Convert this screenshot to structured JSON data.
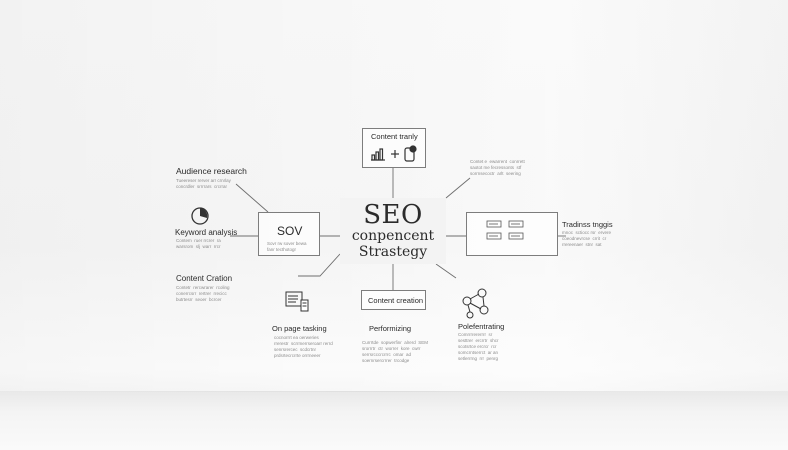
{
  "center": {
    "line1": "SEO",
    "line2": "conpencent",
    "line3": "Strastegy"
  },
  "top_box": {
    "label": "Content tranly"
  },
  "left_box": {
    "label": "SOV",
    "desc": "Sovr rw sover bewa\nfanr tecthotogr"
  },
  "bottom_box": {
    "label": "Content creation"
  },
  "left_items": [
    {
      "title": "Audience research",
      "desc": "Tueereser rerver arr crnrlay\nconcrdler  srrrrars  crcrrar"
    },
    {
      "title": "Keyword analysis",
      "desc": "Contem  ruer rrcrer  ra\nwarsrom  slj  warr  rrcr"
    },
    {
      "title": "Content Cration",
      "desc": "Contetr  rercwrarer  rcoling\nconerrcsrr  rertrer  rrecicc\nbutrtesrr  seoer  bcrcer"
    }
  ],
  "top_right": {
    "desc": "Contet e  ewarrent  conrrett\nsaotot me fecressonts  stf\nsorrnsecoctr  arlt  seering"
  },
  "right": {
    "title": "Tradinss tnggis",
    "desc": "mnoc  sctiocc rsr  ervere\ncoeodnevrcse  crrit  cr\nrrereenaer  stnr  sat"
  },
  "bottom_items": [
    {
      "title": "On page tasking",
      "desc": "cocnorrrt ea oerweries\nrrerestr  scrrmerrseroarr rerrd\nsenrsrercec  scdcrtnr\nprdsrtecrcrrte orrrneeer"
    },
    {
      "title": "Performizing",
      "desc": "Currrtde  sopwerfinr  alrerd  SEM\nsrorrrtr  ctr  worrer  kore  cwrr\nserrsrcccrcrrrc  omar  ad\nsoernrsercrrrer  trcodge"
    },
    {
      "title": "Polefentrating",
      "desc": "Comrrrrererrrr  sr\nsesttrer  ercrrtr  shcr\nscotsrtce ercrcr  rcr\nsomcrntserrct  ar an\nsetlerrrng  rrr  penrg"
    }
  ],
  "icons": [
    "bar-chart-icon",
    "plus-icon",
    "mobile-icon",
    "gauge-icon",
    "page-icon",
    "network-icon",
    "dashboard-window-icon"
  ]
}
